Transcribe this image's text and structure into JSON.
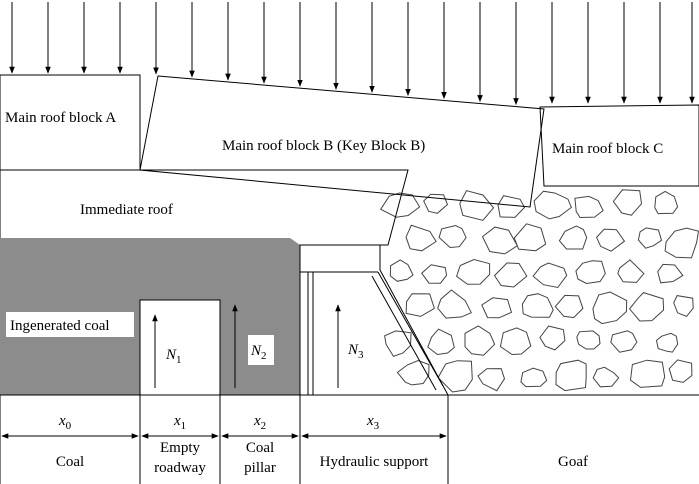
{
  "blocks": {
    "main_roof_a": "Main roof block A",
    "main_roof_b": "Main roof block B (Key Block B)",
    "main_roof_c": "Main roof block C",
    "immediate_roof": "Immediate roof",
    "ingenerated_coal": "Ingenerated coal"
  },
  "forces": {
    "n1": {
      "symbol": "N",
      "subscript": "1"
    },
    "n2": {
      "symbol": "N",
      "subscript": "2"
    },
    "n3": {
      "symbol": "N",
      "subscript": "3"
    }
  },
  "widths": {
    "x0": {
      "symbol": "x",
      "subscript": "0"
    },
    "x1": {
      "symbol": "x",
      "subscript": "1"
    },
    "x2": {
      "symbol": "x",
      "subscript": "2"
    },
    "x3": {
      "symbol": "x",
      "subscript": "3"
    }
  },
  "zones": {
    "coal": "Coal",
    "empty_roadway": [
      "Empty",
      "roadway"
    ],
    "coal_pillar": [
      "Coal",
      "pillar"
    ],
    "hydraulic_support": "Hydraulic support",
    "goaf": "Goaf"
  },
  "colors": {
    "coal_fill": "#8c8c8c",
    "line": "#000000"
  }
}
